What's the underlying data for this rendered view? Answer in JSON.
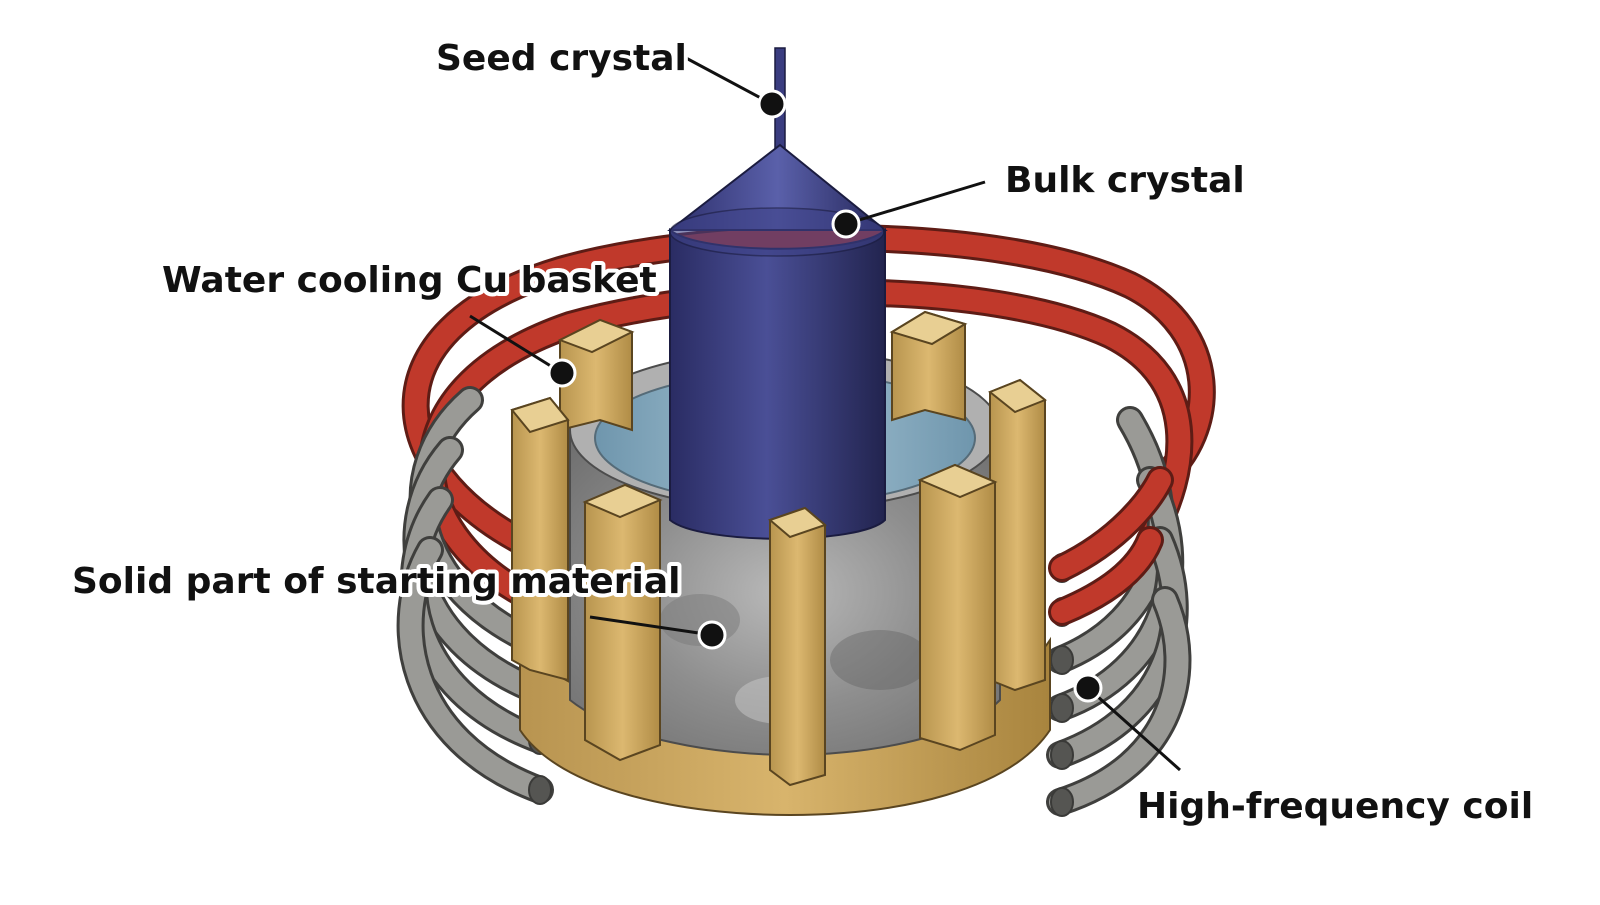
{
  "labels": {
    "seed_crystal": "Seed crystal",
    "bulk_crystal": "Bulk crystal",
    "cu_basket": "Water cooling Cu basket",
    "solid_part": "Solid part of starting material",
    "hf_coil": "High-frequency coil"
  },
  "colors": {
    "crystal": "#2f3270",
    "copper_finger": "#c9a45e",
    "red_coil": "#c0392b",
    "gray_coil": "#8d8d8a",
    "solid_material": "#9a9a9a",
    "melt": "#8fb1c4"
  }
}
